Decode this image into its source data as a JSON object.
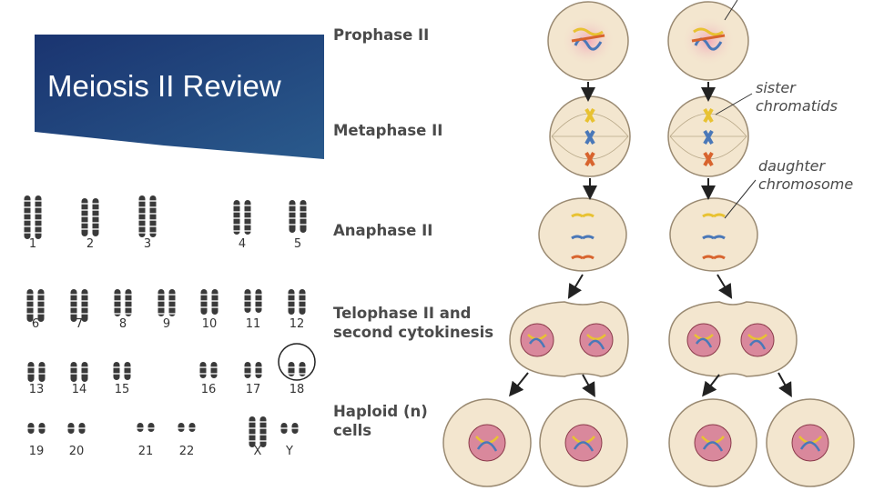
{
  "slide_title": "Meiosis II Review",
  "stages": [
    "Prophase II",
    "Metaphase II",
    "Anaphase II",
    "Telophase II and\nsecond cytokinesis",
    "Haploid (n)\ncells"
  ],
  "annotations": {
    "sister": "sister",
    "sister2": "chromatids",
    "daughter": "daughter",
    "daughter2": "chromosome"
  },
  "karyotype_labels": [
    "1",
    "2",
    "3",
    "4",
    "5",
    "6",
    "7",
    "8",
    "9",
    "10",
    "11",
    "12",
    "13",
    "14",
    "15",
    "16",
    "17",
    "18",
    "19",
    "20",
    "21",
    "22",
    "X",
    "Y"
  ],
  "colors": {
    "banner": "#1e3c78",
    "cell_fill": "#f3e6cf",
    "cell_stroke": "#9a8a72",
    "nucleus": "#d9889c",
    "yellow": "#e8c232",
    "blue": "#4a78b8",
    "orange": "#d8642e",
    "arrow": "#222222"
  }
}
